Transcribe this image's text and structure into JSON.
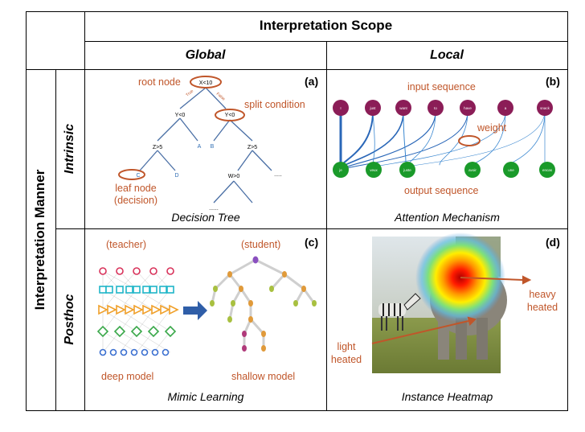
{
  "header": {
    "scope": "Interpretation Scope",
    "global": "Global",
    "local": "Local"
  },
  "row_header": {
    "manner": "Interpretation Manner",
    "intrinsic": "Intrinsic",
    "posthoc": "Posthoc"
  },
  "panel_a": {
    "tag": "(a)",
    "caption": "Decision Tree",
    "root_node_label": "root node",
    "split_condition_label": "split condition",
    "leaf_node_label_1": "leaf node",
    "leaf_node_label_2": "(decision)",
    "nodes": {
      "root": "X<10",
      "left": "Y<0",
      "right": "Y<0",
      "ll": "Z>5",
      "leaf_a": "A",
      "leaf_b": "B",
      "rr": "Z>5",
      "leaf_c": "C",
      "leaf_d": "D",
      "w": "W>0",
      "dots1": ".....",
      "dots2": "......"
    },
    "edge_true": "True",
    "edge_false": "False"
  },
  "panel_b": {
    "tag": "(b)",
    "caption": "Attention Mechanism",
    "input_label": "input sequence",
    "weight_label": "weight",
    "output_label": "output sequence",
    "input_tokens": [
      "I",
      "just",
      "want",
      "to",
      "have",
      "a",
      "snack"
    ],
    "output_tokens": [
      "je",
      "veux",
      "juste",
      "avoir",
      "une",
      "encas"
    ]
  },
  "panel_c": {
    "tag": "(c)",
    "caption": "Mimic Learning",
    "teacher_label": "(teacher)",
    "student_label": "(student)",
    "deep_label": "deep model",
    "shallow_label": "shallow model"
  },
  "panel_d": {
    "tag": "(d)",
    "caption": "Instance Heatmap",
    "heavy_1": "heavy",
    "heavy_2": "heated",
    "light_1": "light",
    "light_2": "heated"
  },
  "colors": {
    "orange": "#c0562a",
    "blue": "#2f6db3",
    "purple": "#8b1d57",
    "green": "#1a9a2a"
  }
}
